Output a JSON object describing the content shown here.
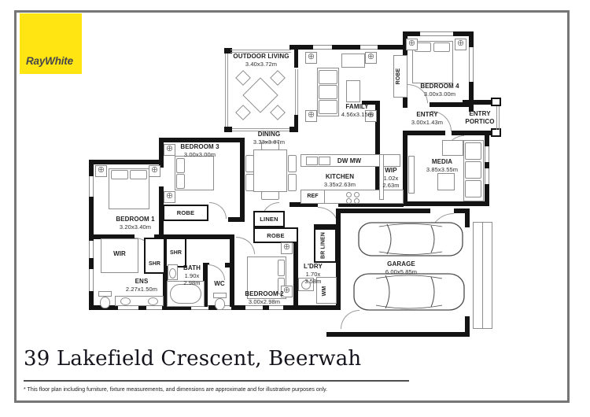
{
  "brand": {
    "logo_text": "RayWhite",
    "logo_bg": "#FFE512",
    "logo_text_color": "#47474b"
  },
  "footer": {
    "address_title": "39 Lakefield Crescent, Beerwah",
    "disclaimer": "* This floor plan including furniture, fixture measurements, and dimensions are approximate and for illustrative purposes only."
  },
  "rooms": {
    "outdoor_living": {
      "label": "OUTDOOR LIVING",
      "dims": "3.40x3.72m"
    },
    "family": {
      "label": "FAMILY",
      "dims": "4.56x3.15m"
    },
    "bedroom4": {
      "label": "BEDROOM 4",
      "dims": "3.00x3.00m"
    },
    "entry": {
      "label": "ENTRY",
      "dims": "3.00x1.43m"
    },
    "entry_portico": {
      "label": "ENTRY PORTICO"
    },
    "media": {
      "label": "MEDIA",
      "dims": "3.85x3.55m"
    },
    "dining": {
      "label": "DINING",
      "dims": "3.33x3.87m"
    },
    "kitchen": {
      "label": "KITCHEN",
      "dims": "3.35x2.63m"
    },
    "wip": {
      "label": "WIP",
      "dims": "1.02x 2.63m"
    },
    "bedroom3": {
      "label": "BEDROOM 3",
      "dims": "3.00x3.00m"
    },
    "bedroom1": {
      "label": "BEDROOM 1",
      "dims": "3.20x3.40m"
    },
    "bedroom2": {
      "label": "BEDROOM 2",
      "dims": "3.00x2.98m"
    },
    "ens": {
      "label": "ENS",
      "dims": "2.27x1.50m"
    },
    "bath": {
      "label": "BATH",
      "dims": "1.90x 2.98m"
    },
    "wc": {
      "label": "WC"
    },
    "wir": {
      "label": "WIR"
    },
    "ldry": {
      "label": "L'DRY",
      "dims": "1.70x 3.58m"
    },
    "garage": {
      "label": "GARAGE",
      "dims": "6.00x5.85m"
    }
  },
  "fixtures": {
    "robe_bed4": "ROBE",
    "robe_bed3": "ROBE",
    "robe_bed2": "ROBE",
    "linen_hall": "LINEN",
    "br_linen": "BR LINEN",
    "wm": "WM",
    "shr_ens": "SHR",
    "shr_bath": "SHR",
    "ref": "REF",
    "dw_mw": "DW MW"
  },
  "icons": {
    "downlight": "⊕"
  }
}
